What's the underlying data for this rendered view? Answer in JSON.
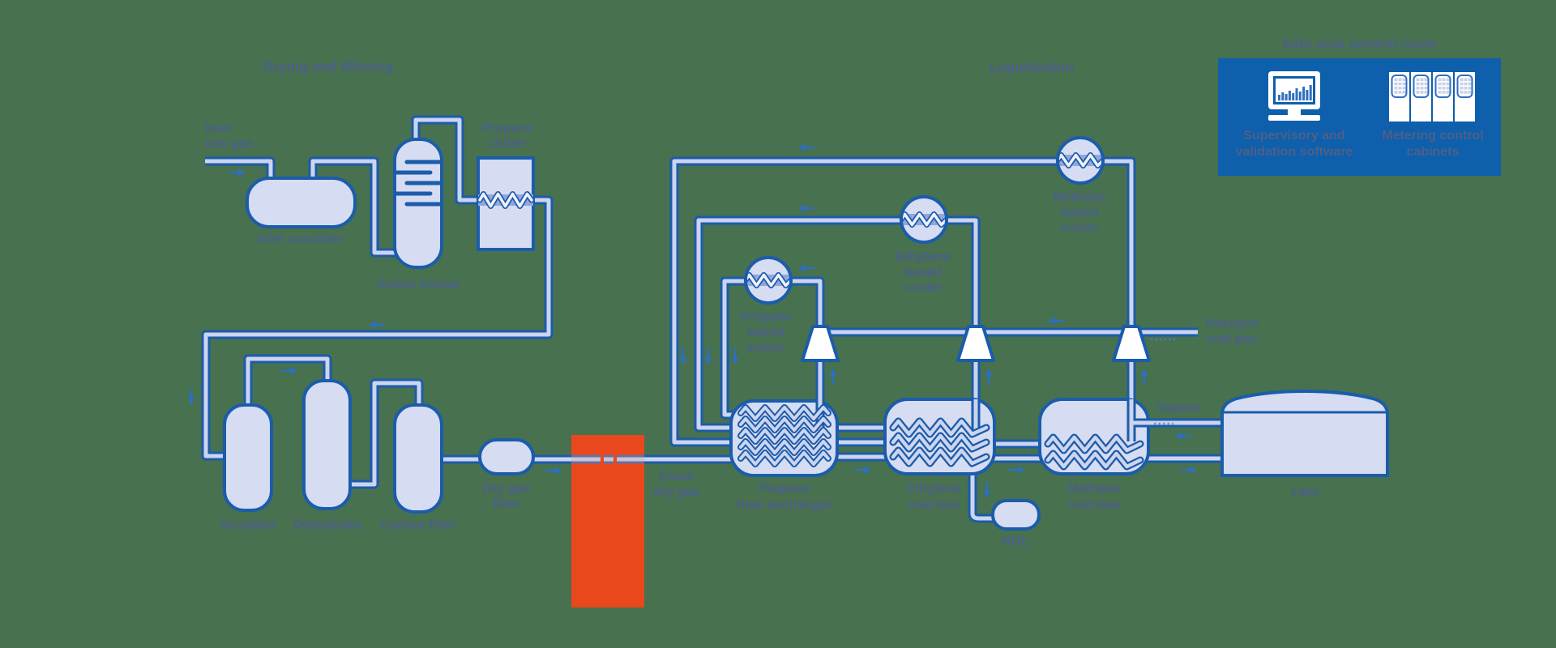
{
  "titles": {
    "drying": "Drying and filtering",
    "liquefaction": "Liquefaction",
    "control_room": "Safe area control room"
  },
  "control_room": {
    "supervisory": [
      "Supervisory and",
      "validation software"
    ],
    "metering": [
      "Metering control",
      "cabinets"
    ]
  },
  "labels": {
    "inlet_raw_gas": [
      "Inlet",
      "raw gas"
    ],
    "inlet_scrubber": "Inlet scrubber",
    "amine_treater": "Amine treater",
    "propane_chiller": [
      "Propane",
      "chiller"
    ],
    "scrubber": "Scrubber",
    "dehydrator": "Dehydrator",
    "carbon_filter": "Carbon filter",
    "dry_gas_filter": [
      "Dry gas",
      "filter"
    ],
    "clean_dry_gas": [
      "Clean",
      "dry gas"
    ],
    "propane_heat_exchanger": [
      "Propane",
      "heat exchanger"
    ],
    "propane_based_cooler": [
      "Propane",
      "based",
      "cooler"
    ],
    "ethylene_based_cooler": [
      "Ethylene",
      "based",
      "cooler"
    ],
    "methane_based_cooler": [
      "Methane",
      "based",
      "cooler"
    ],
    "ethylene_cold_box": [
      "Ethylene",
      "cold box"
    ],
    "methane_cold_box": [
      "Methane",
      "cold box"
    ],
    "ngl": "NGL",
    "nitrogen_seal_gas": [
      "Nitrogen",
      "seal gas"
    ],
    "vapour": "Vapour",
    "lng": "LNG"
  },
  "colors": {
    "background": "#47714f",
    "line_blue": "#1b5cab",
    "pipe_fill": "#cdd4ee",
    "vessel_fill": "#d6dcf2",
    "coil_band": "#93a6db",
    "ethylene_box_fill": "#a4b2e2",
    "methane_box_fill": "#8396d5",
    "highlight_orange": "#e8481c",
    "control_room_blue": "#0e5fac",
    "label_text": "#4c6089",
    "arrow_blue": "#2e6fc0"
  }
}
